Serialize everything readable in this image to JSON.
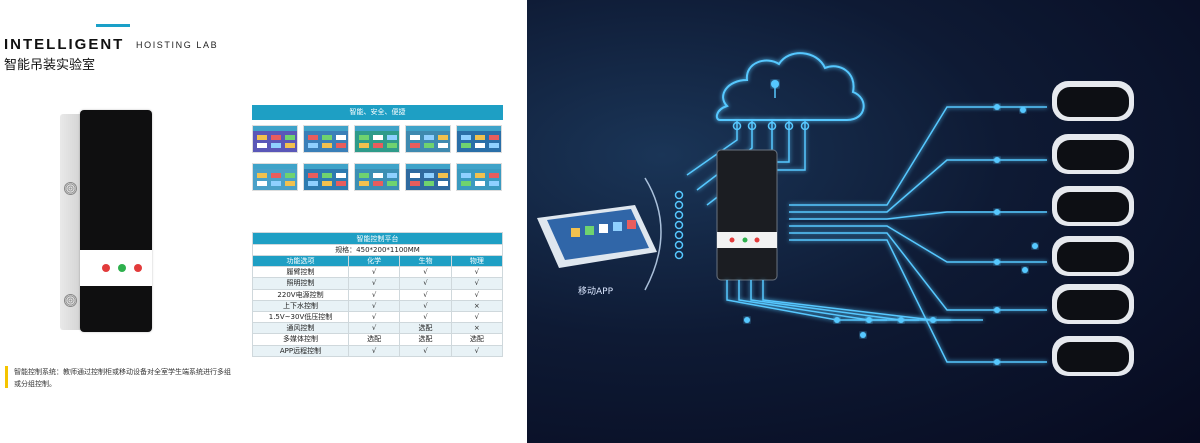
{
  "header": {
    "title_en": "INTELLIGENT",
    "title_en_sub": "HOISTING LAB",
    "title_cn": "智能吊装实验室"
  },
  "caption": {
    "text": "智能控制系统：教师通过控制柜或移动设备对全室学生端系统进行多组或分组控制。"
  },
  "screens": {
    "header": "智能、安全、便捷"
  },
  "table": {
    "title": "智能控制平台",
    "spec": "规格：450*200*1100MM",
    "columns": [
      "功能选项",
      "化学",
      "生物",
      "物理"
    ],
    "rows": [
      [
        "履臂控制",
        "√",
        "√",
        "√"
      ],
      [
        "照明控制",
        "√",
        "√",
        "√"
      ],
      [
        "220V电源控制",
        "√",
        "√",
        "√"
      ],
      [
        "上下水控制",
        "√",
        "√",
        "×"
      ],
      [
        "1.5V~30V低压控制",
        "√",
        "√",
        "√"
      ],
      [
        "通风控制",
        "√",
        "选配",
        "×"
      ],
      [
        "多媒体控制",
        "选配",
        "选配",
        "选配"
      ],
      [
        "APP远程控制",
        "√",
        "√",
        "√"
      ]
    ]
  },
  "diagram": {
    "app_label": "移动APP"
  },
  "colors": {
    "accent": "#1e9fc4",
    "highlight": "#f5c400",
    "glow": "#56c8ff"
  }
}
